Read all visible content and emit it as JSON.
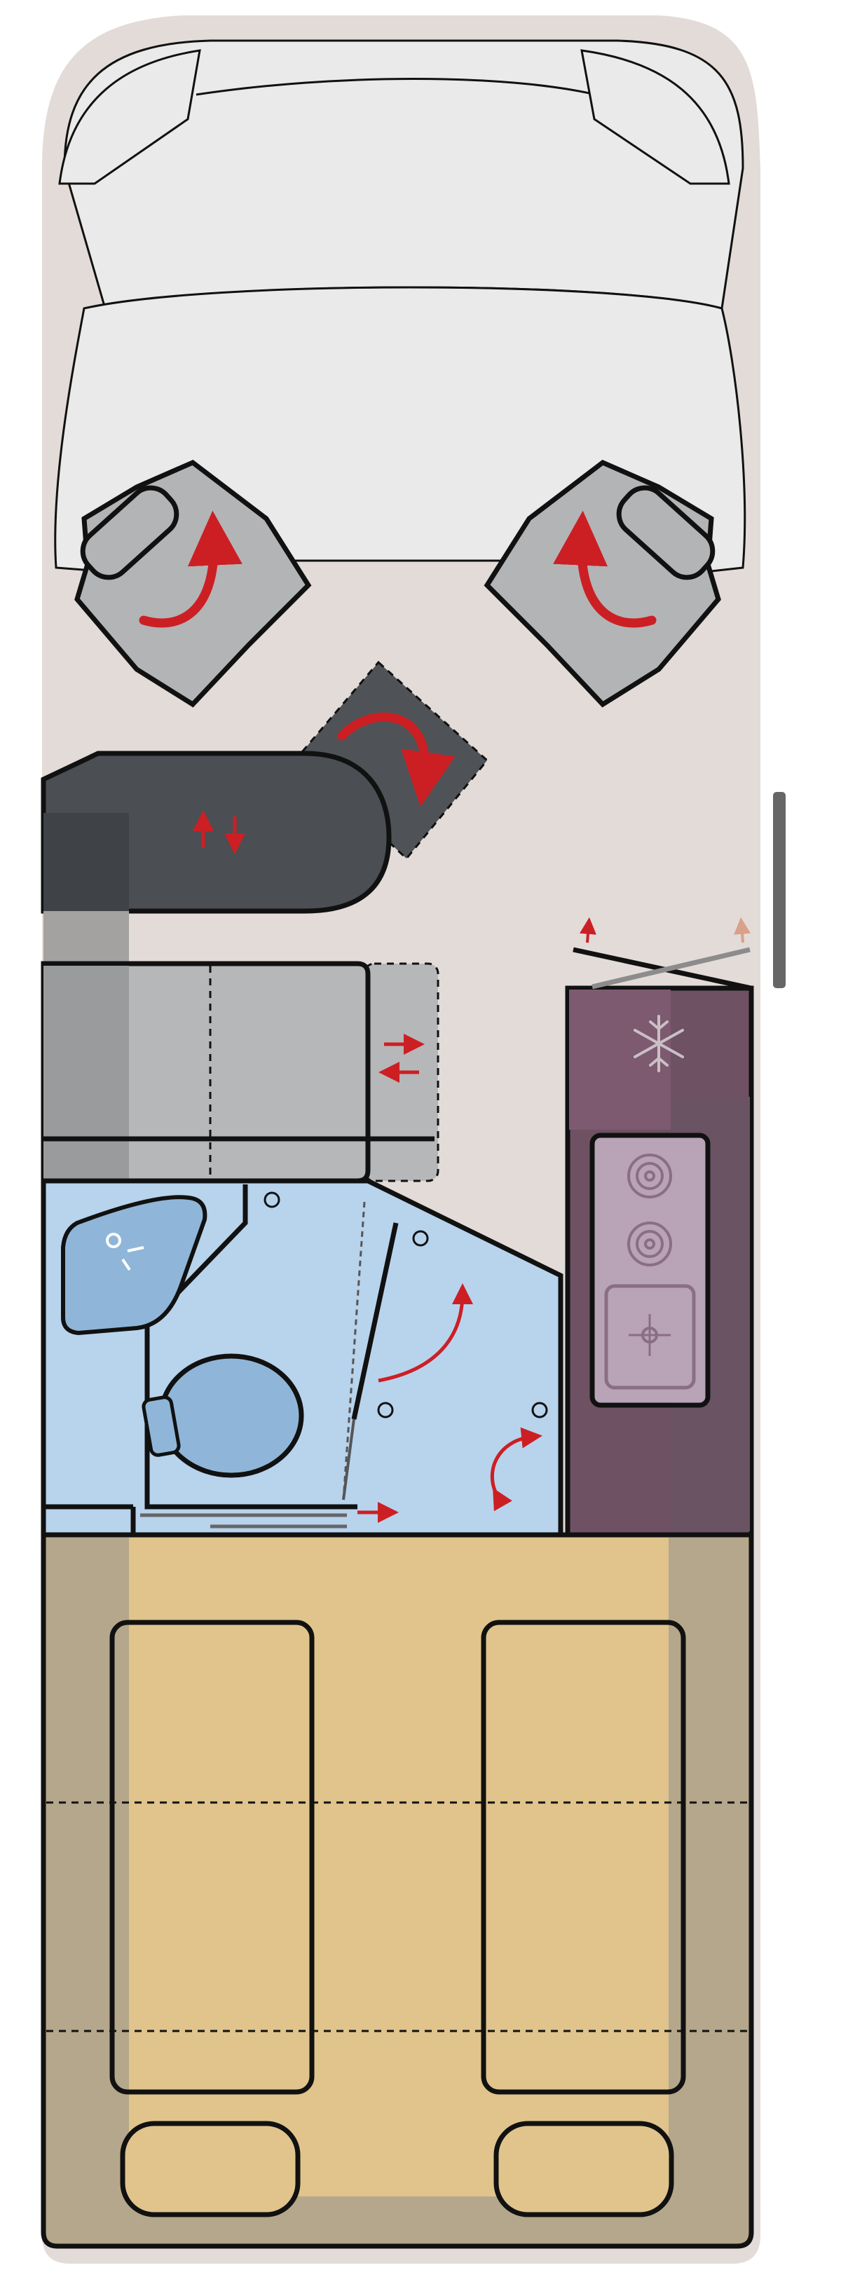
{
  "colors": {
    "background": "#ffffff",
    "body": "#e2dbd8",
    "outline": "#111111",
    "cab_seat": "#ebeaea",
    "swivel_seat": "#b3b4b6",
    "dinette_bench": "#4b4e52",
    "dinette_table": "#4f5357",
    "sofa": "#b6b7b9",
    "bathroom": "#b8d3ec",
    "bathroom_accent": "#8fb6d8",
    "kitchen": "#6e5162",
    "kitchen_highlight": "#7d5a70",
    "hob": "#b9a3b6",
    "bed_area": "#b5a78b",
    "mattress": "#e0c48c",
    "arrow": "#cc1f24",
    "arrow_faded": "#d9a08a",
    "door_marker": "#666666"
  },
  "icons": [
    "swivel-rotation-arrow-icon",
    "table-rotation-arrow-icon",
    "slide-arrows-icon",
    "extend-arrows-icon",
    "door-swing-arrow-icon",
    "freezer-snowflake-icon",
    "gas-burner-icon",
    "sink-icon",
    "toilet-icon",
    "washbasin-icon"
  ],
  "zones": [
    "cab",
    "swivel-seats",
    "dinette",
    "sofa",
    "bathroom",
    "kitchen",
    "rear-beds"
  ]
}
